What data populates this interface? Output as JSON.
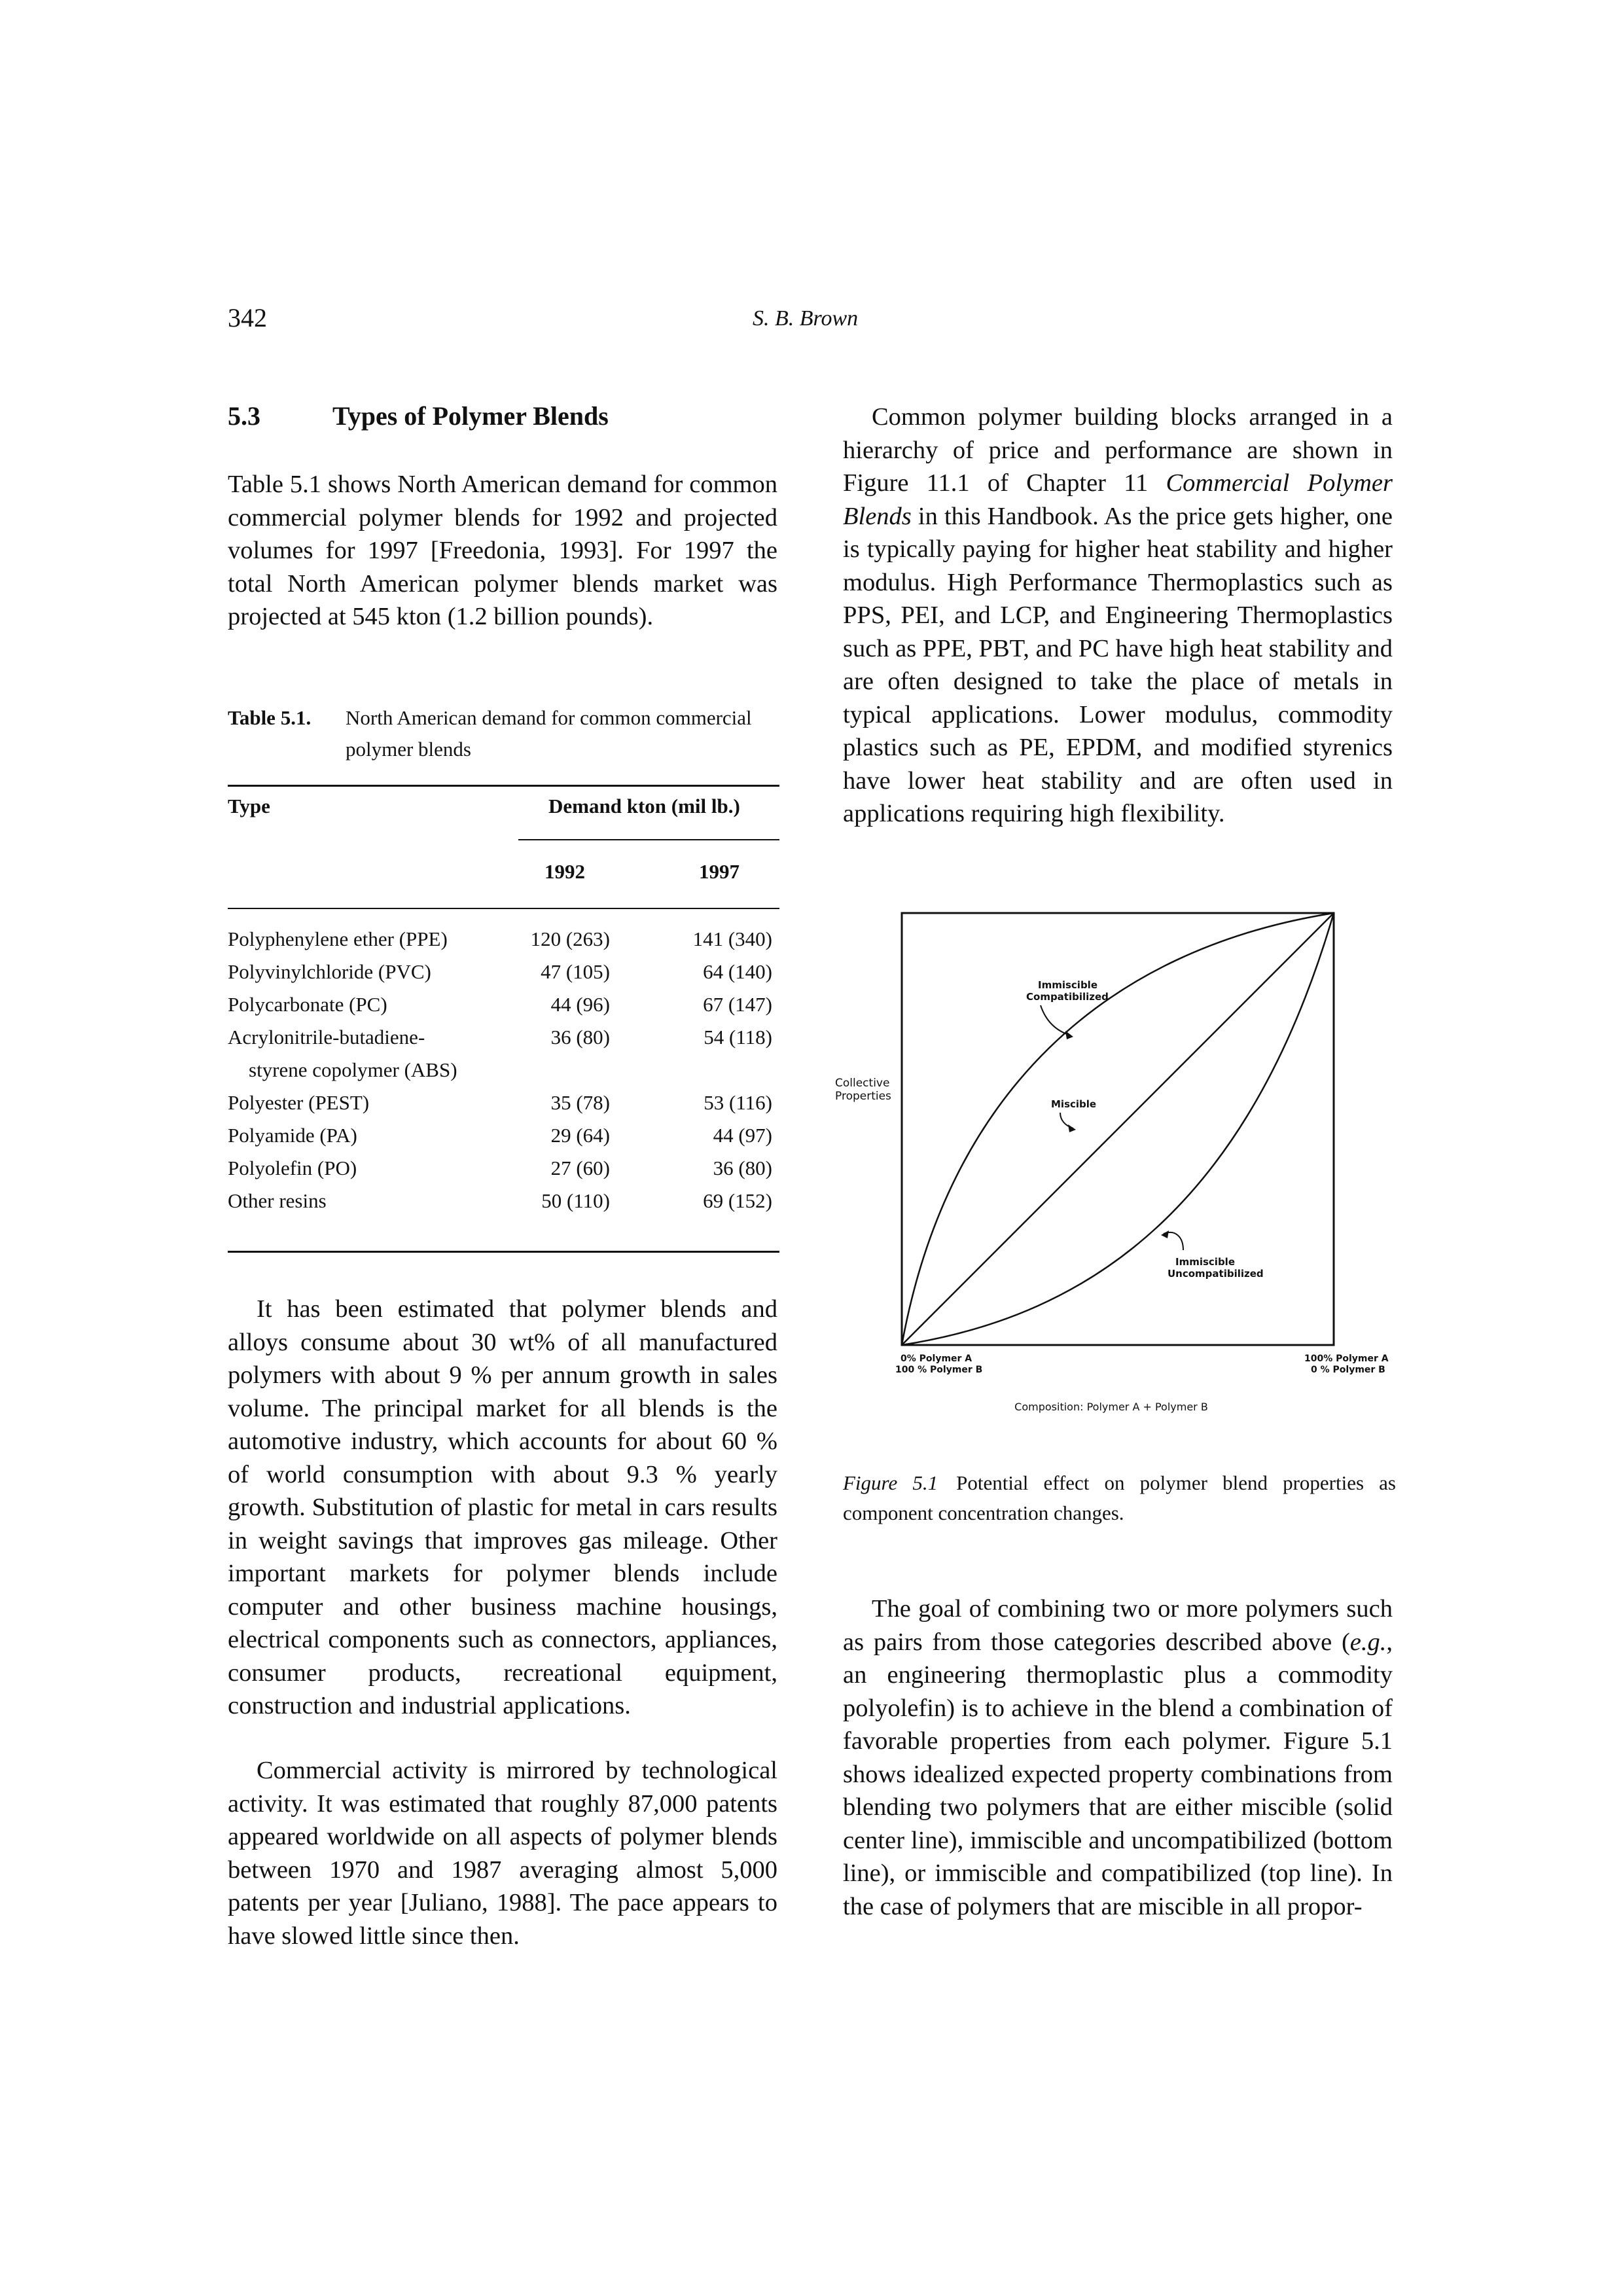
{
  "header": {
    "page_number": "342",
    "author": "S. B. Brown"
  },
  "section": {
    "number": "5.3",
    "title": "Types of Polymer Blends"
  },
  "left_column": {
    "paragraph_1": "Table 5.1 shows North American demand for common commercial polymer blends for 1992 and projected volumes for 1997 [Freedonia, 1993]. For 1997 the total North American polymer blends market was projected at 545 kton (1.2 billion pounds).",
    "paragraph_2": "It has been estimated that polymer blends and alloys consume about 30 wt% of all manufactured polymers with about 9 % per annum growth in sales volume. The principal market for all blends is the automotive industry, which accounts for about 60 % of world consumption with about 9.3 % yearly growth. Substitution of plastic for metal in cars results in weight savings that improves gas mileage. Other important markets for polymer blends include computer and other business machine housings, electrical components such as connectors, appliances, consumer products, recreational equipment, construction and industrial applications.",
    "paragraph_3": "Commercial activity is mirrored by technological activity. It was estimated that roughly 87,000 patents appeared worldwide on all aspects of polymer blends between 1970 and 1987 averaging almost 5,000 patents per year [Juliano, 1988]. The pace appears to have slowed little since then."
  },
  "table": {
    "label": "Table 5.1.",
    "caption": "North American demand for common commercial polymer blends",
    "col_type": "Type",
    "col_demand": "Demand kton (mil lb.)",
    "col_1992": "1992",
    "col_1997": "1997",
    "rows": [
      {
        "type": "Polyphenylene ether (PPE)",
        "y1992": "120 (263)",
        "y1997": "141 (340)"
      },
      {
        "type": "Polyvinylchloride (PVC)",
        "y1992": "47 (105)",
        "y1997": "64 (140)"
      },
      {
        "type": "Polycarbonate (PC)",
        "y1992": "44 (96)",
        "y1997": "67 (147)"
      },
      {
        "type": "Acrylonitrile-butadiene-",
        "y1992": "36 (80)",
        "y1997": "54 (118)"
      },
      {
        "type": "styrene copolymer (ABS)",
        "y1992": "",
        "y1997": ""
      },
      {
        "type": "Polyester (PEST)",
        "y1992": "35 (78)",
        "y1997": "53 (116)"
      },
      {
        "type": "Polyamide (PA)",
        "y1992": "29 (64)",
        "y1997": "44 (97)"
      },
      {
        "type": "Polyolefin (PO)",
        "y1992": "27 (60)",
        "y1997": "36 (80)"
      },
      {
        "type": "Other resins",
        "y1992": "50 (110)",
        "y1997": "69 (152)"
      }
    ]
  },
  "right_column": {
    "paragraph_1_a": "Common polymer building blocks arranged in a hierarchy of price and performance are shown in Figure 11.1 of Chapter 11 ",
    "paragraph_1_em": "Commercial Polymer Blends",
    "paragraph_1_b": " in this Handbook. As the price gets higher, one is typically paying for higher heat stability and higher modulus. High Performance Thermoplastics such as PPS, PEI, and LCP, and Engineering Thermoplastics such as PPE, PBT, and PC have high heat stability and are often designed to take the place of metals in typical applications. Lower modulus, commodity plastics such as PE, EPDM, and modified styrenics have lower heat stability and are often used in applications requiring high flexibility.",
    "paragraph_2_a": "The goal of combining two or more polymers such as pairs from those categories described above (",
    "paragraph_2_em": "e.g.",
    "paragraph_2_b": ", an engineering thermoplastic plus a commodity polyolefin) is to achieve in the blend a combination of favorable properties from each polymer. Figure 5.1 shows idealized expected property combinations from blending two polymers that are either miscible (solid center line), immiscible and uncompatibilized (bottom line), or immiscible and compatibilized (top line). In the case of polymers that are miscible in all propor-"
  },
  "figure": {
    "y_axis_label_1": "Collective",
    "y_axis_label_2": "Properties",
    "label_top_1": "Immiscible",
    "label_top_2": "Compatibilized",
    "label_mid": "Miscible",
    "label_bottom_1": "Immiscible",
    "label_bottom_2": "Uncompatibilized",
    "x_left_1": "0% Polymer A",
    "x_left_2": "100 % Polymer B",
    "x_right_1": "100% Polymer A",
    "x_right_2": "0 % Polymer B",
    "x_axis_title": "Composition: Polymer A + Polymer B",
    "caption_label": "Figure 5.1",
    "caption_text": "Potential effect on polymer blend properties as component concentration changes."
  }
}
